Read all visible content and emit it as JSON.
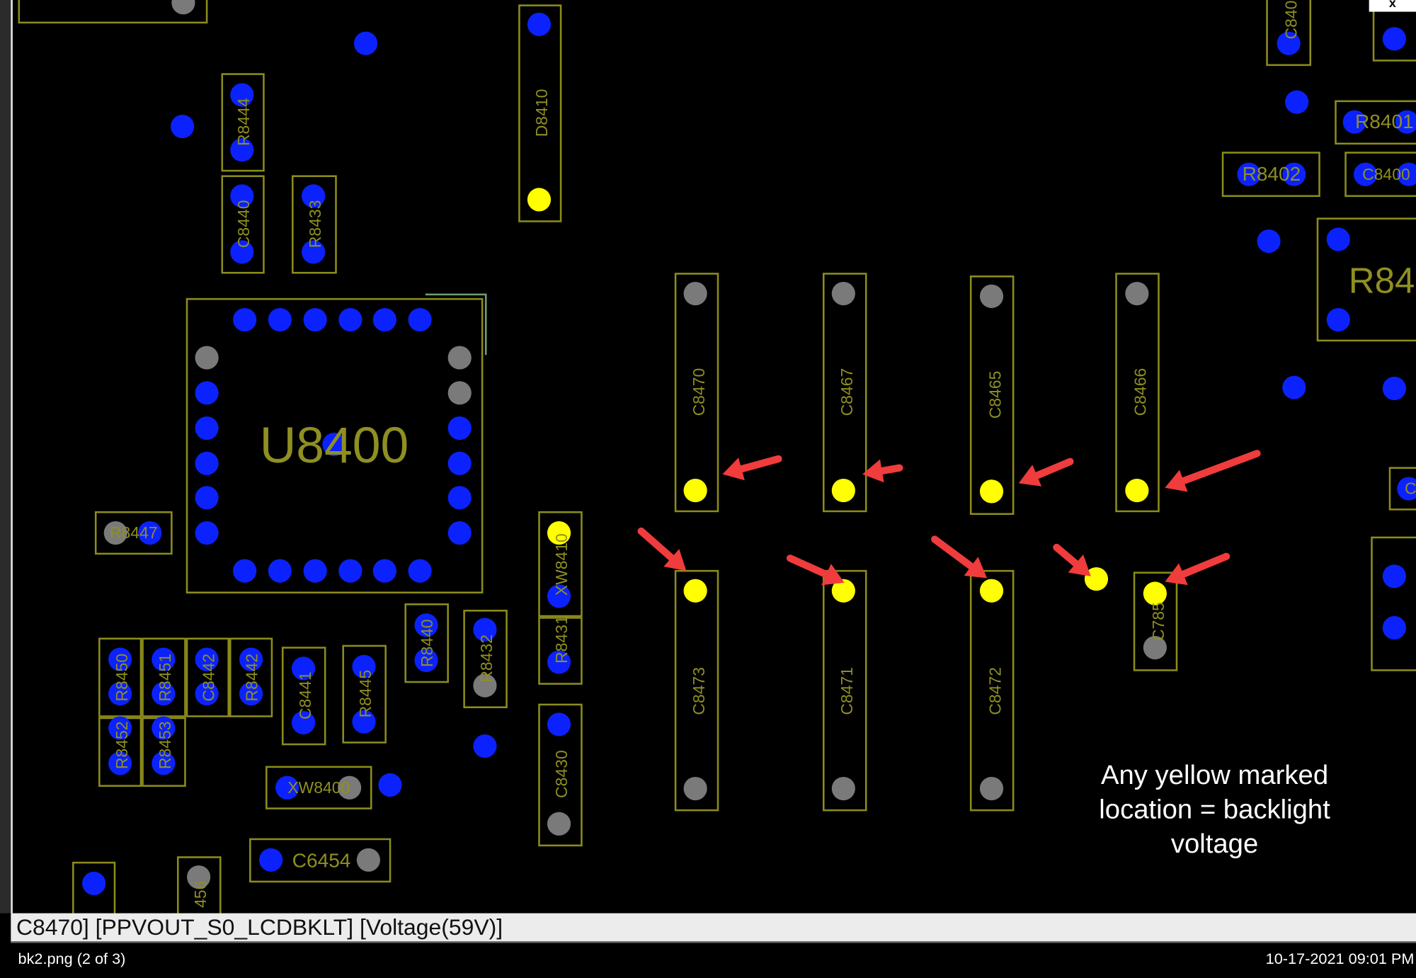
{
  "viewer": {
    "close_label": "x",
    "status_text": "C8470] [PPVOUT_S0_LCDBKLT] [Voltage(59V)]",
    "filename": "bk2.png (2 of 3)",
    "timestamp": "10-17-2021 09:01 PM"
  },
  "annotation": {
    "lines": [
      "Any yellow marked",
      "location = backlight",
      "voltage"
    ]
  },
  "components": {
    "R8444": "R8444",
    "C8440": "C8440",
    "R8433": "R8433",
    "D8410": "D8410",
    "U8400": "U8400",
    "R8447": "R8447",
    "XW8410": "XW8410",
    "R8431": "R8431",
    "C8430": "C8430",
    "R8440": "R8440",
    "R8432": "R8432",
    "R8450": "R8450",
    "R8451": "R8451",
    "C8442": "C8442",
    "R8442": "R8442",
    "R8452": "R8452",
    "R8453": "R8453",
    "C8441": "C8441",
    "R8445": "R8445",
    "XW8400": "XW8400",
    "C6454": "C6454",
    "C8456": "456",
    "C8470": "C8470",
    "C8467": "C8467",
    "C8465": "C8465",
    "C8466": "C8466",
    "C8473": "C8473",
    "C8471": "C8471",
    "C8472": "C8472",
    "C785": "C785",
    "C840": "C840",
    "R8401": "R8401",
    "R8402": "R8402",
    "C8400": "C8400",
    "R84": "R84",
    "C_edge": "C"
  },
  "colors": {
    "pad_blue": "#0b22ff",
    "pad_yellow": "#ffff00",
    "pad_gray": "#7a7a7a",
    "silkscreen": "#8c8c1c",
    "arrow": "#f03c3c"
  }
}
